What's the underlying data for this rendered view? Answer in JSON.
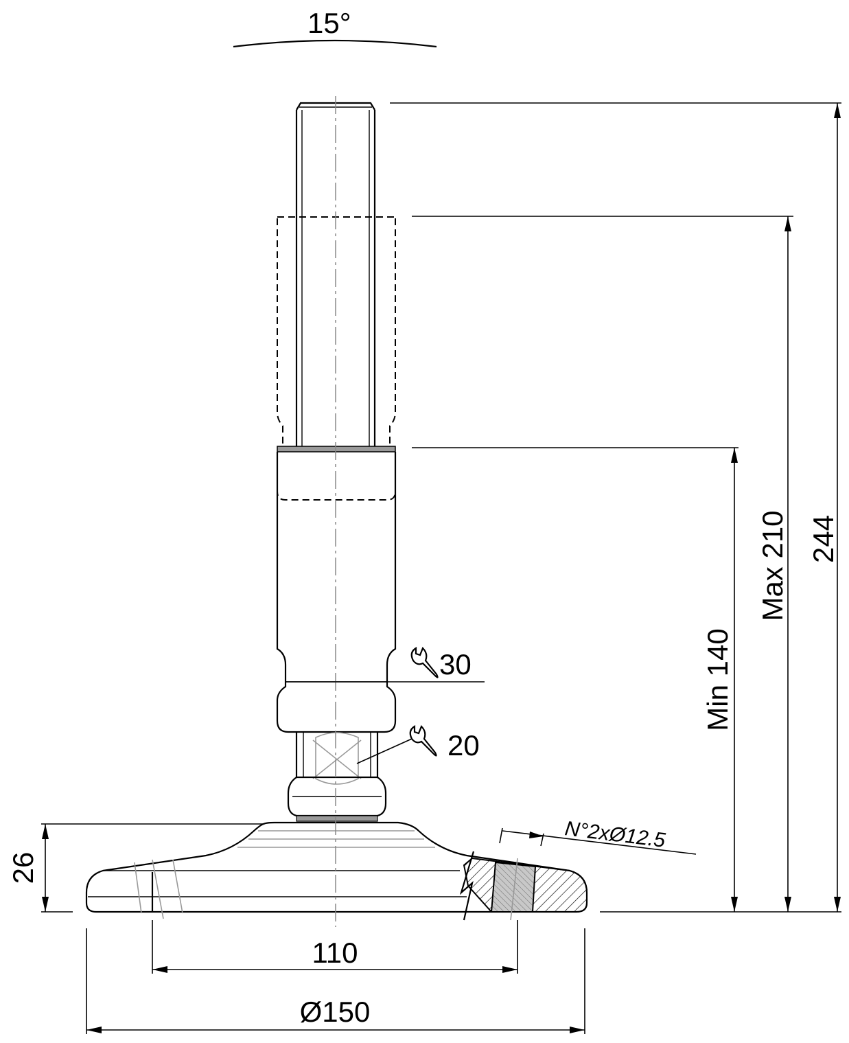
{
  "labels": {
    "angle": "15°",
    "total_height": "244",
    "max_height": "Max 210",
    "min_height": "Min 140",
    "wrench_large": "30",
    "wrench_small": "20",
    "base_thickness": "26",
    "hole_spec": "N°2xØ12.5",
    "hole_spacing": "110",
    "base_diameter": "Ø150"
  },
  "icons": {
    "wrench_large": "wrench-icon",
    "wrench_small": "wrench-icon"
  },
  "colors": {
    "line": "#000000",
    "hatch_fill": "#bdbdbd",
    "collar_fill": "#9a9a9a"
  }
}
